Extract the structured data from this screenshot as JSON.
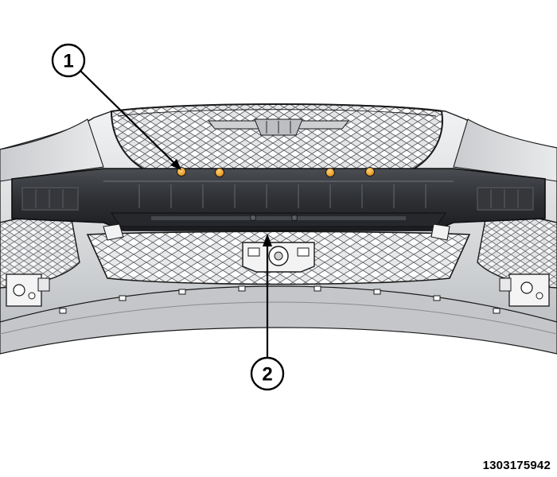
{
  "callouts": [
    {
      "number": "1"
    },
    {
      "number": "2"
    }
  ],
  "figure_id": "1303175942",
  "colors": {
    "fastener_accent": "#f0a020",
    "absorber": "#2e3034",
    "bumper_fascia": "#d9dbdd",
    "outline": "#1a1a1a"
  }
}
